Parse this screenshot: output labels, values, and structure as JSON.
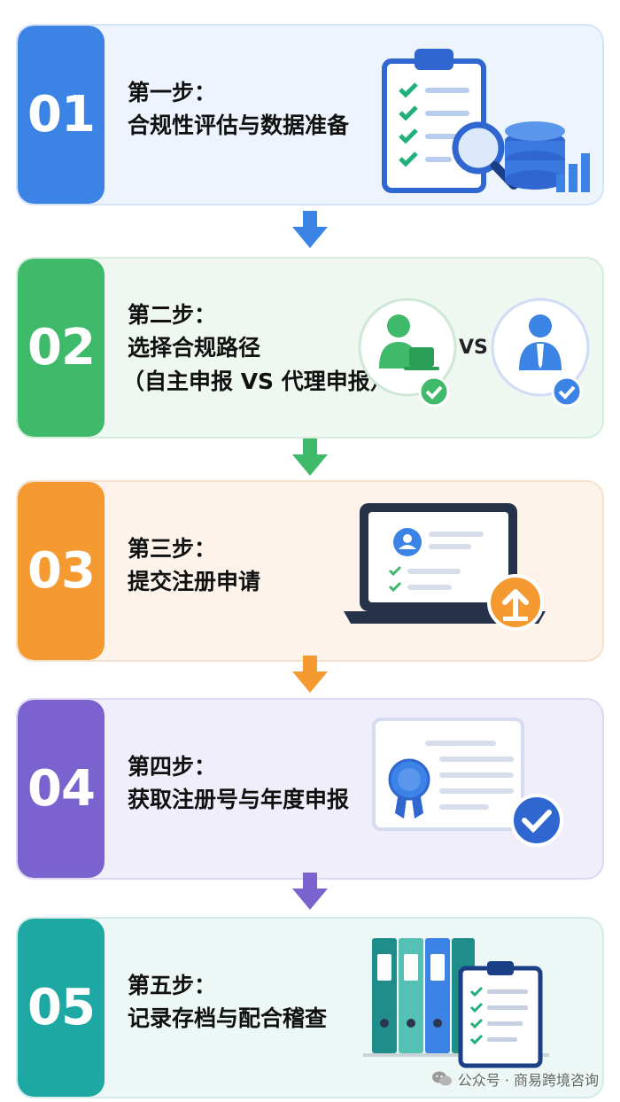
{
  "steps": [
    {
      "num": "01",
      "title": "第一步：",
      "lines": [
        "合规性评估与数据准备"
      ],
      "color": "#3c83e6",
      "bg": "#eef4fd",
      "border": "#d5e3f7"
    },
    {
      "num": "02",
      "title": "第二步：",
      "lines": [
        "选择合规路径",
        "（自主申报 VS 代理申报）"
      ],
      "vs": "VS",
      "color": "#3fb96a",
      "bg": "#eef8f0",
      "border": "#d4ecd9"
    },
    {
      "num": "03",
      "title": "第三步：",
      "lines": [
        "提交注册申请"
      ],
      "color": "#f49a31",
      "bg": "#fdf3ea",
      "border": "#f5e0cb"
    },
    {
      "num": "04",
      "title": "第四步：",
      "lines": [
        "获取注册号与年度申报"
      ],
      "color": "#7a63cf",
      "bg": "#f1eefb",
      "border": "#ddd7f2"
    },
    {
      "num": "05",
      "title": "第五步：",
      "lines": [
        "记录存档与配合稽查"
      ],
      "color": "#1ea8a3",
      "bg": "#edf7f6",
      "border": "#d2ebe9"
    }
  ],
  "footer": {
    "text": "公众号 · 商易跨境咨询"
  },
  "icons": [
    "clipboard-checklist-icon",
    "magnifier-icon",
    "database-icon",
    "bar-chart-icon",
    "self-user-laptop-icon",
    "agent-user-icon",
    "check-badge-icon",
    "laptop-form-icon",
    "upload-icon",
    "certificate-icon",
    "ribbon-icon",
    "binders-icon",
    "wechat-icon"
  ]
}
